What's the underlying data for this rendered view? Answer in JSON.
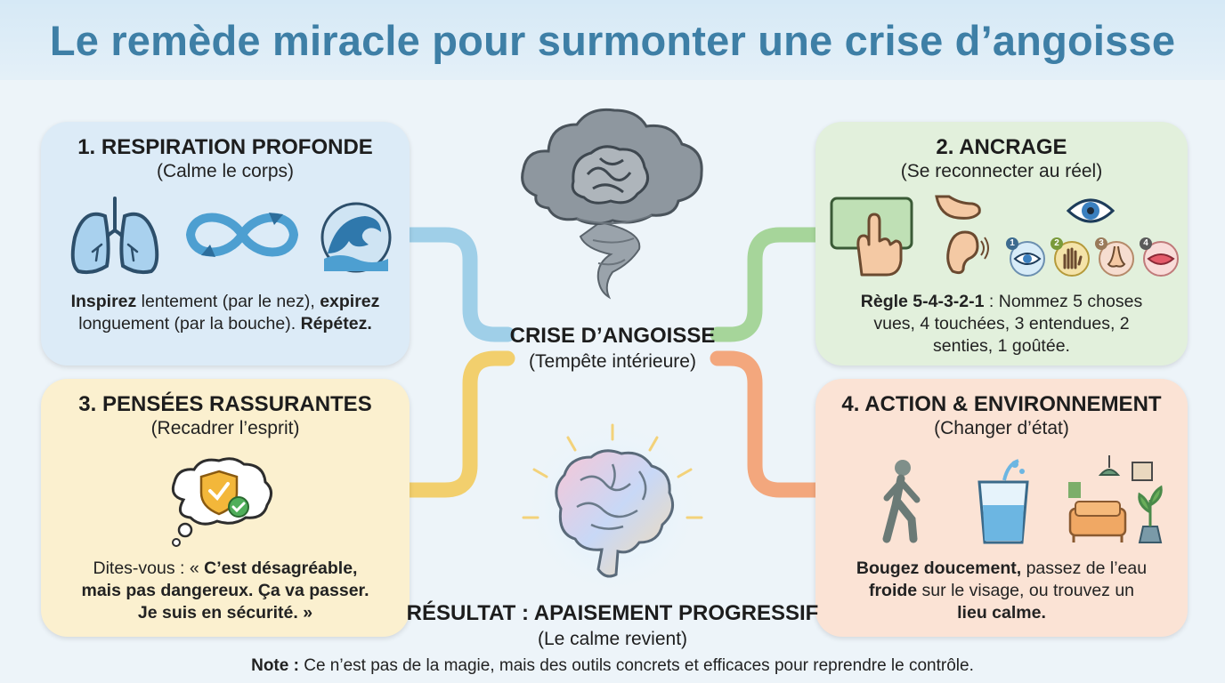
{
  "title": "Le remède miracle pour surmonter une crise d’angoisse",
  "center": {
    "crisis_title": "CRISE D’ANGOISSE",
    "crisis_subtitle": "(Tempête intérieure)",
    "result_title": "RÉSULTAT : APAISEMENT PROGRESSIF",
    "result_subtitle": "(Le calme revient)"
  },
  "cards": {
    "respiration": {
      "title": "1. RESPIRATION PROFONDE",
      "subtitle": "(Calme le corps)",
      "body_1": "Inspirez",
      "body_2": " lentement (par le nez), ",
      "body_3": "expirez",
      "body_4": "longuement (par la bouche). ",
      "body_5": "Répétez.",
      "icons": [
        "lungs-icon",
        "infinity-arrows-icon",
        "wave-icon"
      ],
      "color": "#dcebf7"
    },
    "ancrage": {
      "title": "2. ANCRAGE",
      "subtitle": "(Se reconnecter au réel)",
      "body_bold": "Règle 5-4-3-2-1",
      "body_line1": " : Nommez 5 choses",
      "body_line2": "vues, 4 touchées, 3 entendues, 2",
      "body_line3": "senties, 1 goûtée.",
      "sense_numbers": [
        "1",
        "2",
        "3",
        "4"
      ],
      "icons": [
        "touch-hand-icon",
        "foot-icon",
        "ear-icon",
        "eye-icon",
        "nose-icon",
        "mouth-icon"
      ],
      "color": "#e2f0dc"
    },
    "pensees": {
      "title": "3. PENSÉES RASSURANTES",
      "subtitle": "(Recadrer l’esprit)",
      "body_1": "Dites-vous : « ",
      "body_2": "C’est désagréable,",
      "body_3": "mais pas dangereux. Ça va passer.",
      "body_4": "Je suis en sécurité. »",
      "icons": [
        "thought-shield-icon"
      ],
      "color": "#fbf0cf"
    },
    "action": {
      "title": "4. ACTION & ENVIRONNEMENT",
      "subtitle": "(Changer d’état)",
      "body_1": "Bougez doucement,",
      "body_2": " passez de l’eau",
      "body_3": "froide",
      "body_4": " sur le visage, ou trouvez un",
      "body_5": "lieu calme.",
      "icons": [
        "walking-person-icon",
        "water-glass-icon",
        "calm-room-icon"
      ],
      "color": "#fbe3d5"
    }
  },
  "connector_colors": {
    "respiration": "#9fcfe8",
    "ancrage": "#a6d59a",
    "pensees": "#f2cf6d",
    "action": "#f3a77d"
  },
  "note": {
    "label": "Note :",
    "text": " Ce n’est pas de la magie, mais des outils concrets et efficaces pour reprendre le contrôle."
  }
}
